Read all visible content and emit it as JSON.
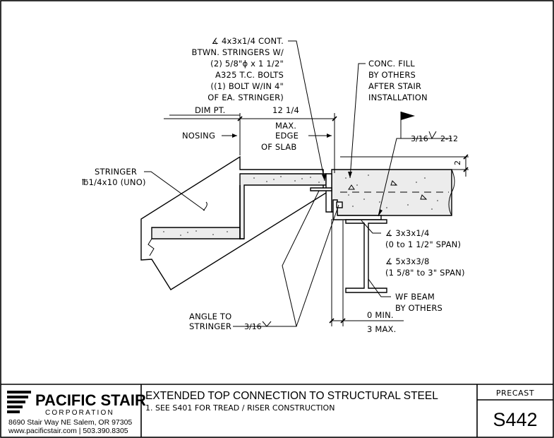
{
  "labels": {
    "angle_cont_1": "∡ 4x3x1/4 CONT.",
    "angle_cont_2": "BTWN. STRINGERS W/",
    "angle_cont_3": "(2) 5/8\"ɸ x 1 1/2\"",
    "angle_cont_4": "A325 T.C. BOLTS",
    "angle_cont_5": "((1) BOLT W/IN 4\"",
    "angle_cont_6": "OF EA. STRINGER)",
    "conc_fill_1": "CONC. FILL",
    "conc_fill_2": "BY OTHERS",
    "conc_fill_3": "AFTER STAIR",
    "conc_fill_4": "INSTALLATION",
    "dim_pt": "DIM PT.",
    "dim_value": "12 1/4",
    "dim_max": "MAX.",
    "nosing": "NOSING",
    "edge_1": "EDGE",
    "edge_2": "OF SLAB",
    "weld_top_size": "3/16",
    "weld_top_pitch": "2-12",
    "slab_thk": "2",
    "stringer_1": "STRINGER",
    "stringer_2": "℔1/4x10 (UNO)",
    "angle_a_1": "∡ 3x3x1/4",
    "angle_a_2": "(0 to 1 1/2\" SPAN)",
    "angle_b_1": "∡ 5x3x3/8",
    "angle_b_2": "(1 5/8\" to 3\" SPAN)",
    "wf_1": "WF BEAM",
    "wf_2": "BY OTHERS",
    "gap_min": "0 MIN.",
    "gap_max": "3 MAX.",
    "angle_to_1": "ANGLE TO",
    "angle_to_2": "STRINGER",
    "angle_to_weld": "3/16"
  },
  "title_block": {
    "company_name": "PACIFIC STAIR",
    "company_sub": "CORPORATION",
    "address": "8690 Stair Way NE Salem, OR 97305",
    "contact": "www.pacificstair.com  |  503.390.8305",
    "title": "EXTENDED TOP CONNECTION TO STRUCTURAL STEEL",
    "note": "1.  SEE S401 FOR TREAD / RISER CONSTRUCTION",
    "category": "PRECAST",
    "sheet_number": "S442"
  },
  "colors": {
    "line": "#000000",
    "concrete_fill": "#ececec",
    "background": "#ffffff"
  }
}
